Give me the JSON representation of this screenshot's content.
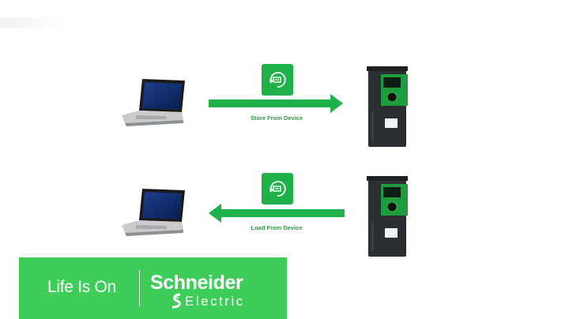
{
  "operations": {
    "store": {
      "label": "Store From Device",
      "direction": "left-to-right",
      "icon": "sync-icon"
    },
    "load": {
      "label": "Load From Device",
      "direction": "right-to-left",
      "icon": "sync-icon"
    }
  },
  "footer": {
    "tagline": "Life Is On",
    "brand_name": "Schneider",
    "brand_sub": "Electric"
  },
  "colors": {
    "accent_green": "#1fb24a",
    "banner_green": "#3dcd58",
    "drive_body": "#2b2f33",
    "drive_panel": "#1e9b3c"
  }
}
